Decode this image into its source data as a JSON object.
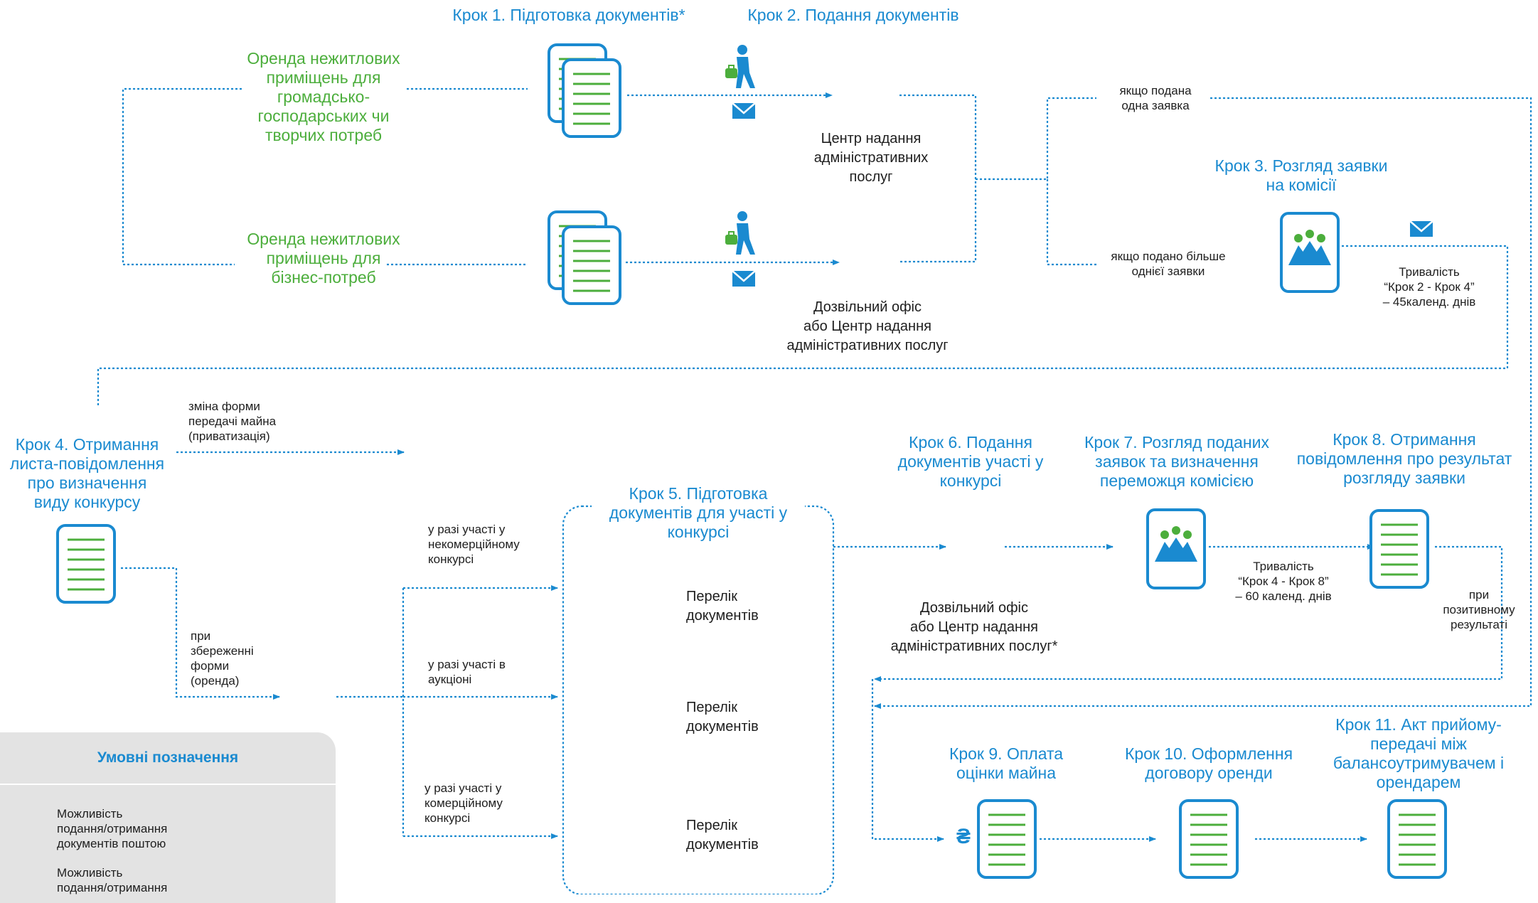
{
  "header": {
    "step1": "Крок 1.  Підготовка документів*",
    "step2": "Крок 2. Подання документів"
  },
  "rental": {
    "public": "Оренда нежитлових\nприміщень для\nгромадсько-\nгосподарських чи\nтворчих потреб",
    "business": "Оренда нежитлових\nприміщень для\nбізнес-потреб"
  },
  "offices": {
    "center": "Центр надання\nадміністративних\nпослуг",
    "free_or_center": "Дозвільний офіс\nабо Центр надання\nадміністративних послуг",
    "free_or_center_star": "Дозвільний офіс\nабо Центр надання\nадміністративних послуг*"
  },
  "step3": {
    "title": "Крок 3. Розгляд заявки\nна комісії",
    "if_one": "якщо подана\nодна заявка",
    "if_many": "якщо подано більше\nоднієї заявки",
    "duration": "Тривалість\n“Крок 2 - Крок 4”\n– 45календ. днів"
  },
  "step4": {
    "title": "Крок 4. Отримання\nлиста-повідомлення\nпро визначення\nвиду конкурсу",
    "change_form": "зміна форми\nпередачі майна\n(приватизація)",
    "keep_form": "при\nзбереженні\nформи\n(оренда)"
  },
  "step5": {
    "title": "Крок 5.  Підготовка\nдокументів для участі у\nконкурсі",
    "case_noncommercial": "у разі участі у\nнекомерційному\nконкурсі",
    "case_auction": "у разі участі в\nаукціоні",
    "case_commercial": "у разі участі у\nкомерційному\nконкурсі",
    "list1": "Перелік\nдокументів",
    "list2": "Перелік\nдокументів",
    "list3": "Перелік\nдокументів"
  },
  "step6": {
    "title": "Крок 6. Подання\nдокументів участі у\nконкурсі"
  },
  "step7": {
    "title": "Крок 7. Розгляд поданих\nзаявок та визначення\nпереможця комісією",
    "duration": "Тривалість\n“Крок 4 - Крок 8”\n– 60 календ. днів"
  },
  "step8": {
    "title": "Крок 8. Отримання\nповідомлення про результат\nрозгляду заявки",
    "positive": "при\nпозитивному\nрезультаті"
  },
  "step9": {
    "title": "Крок 9. Оплата\nоцінки майна",
    "currency": "₴"
  },
  "step10": {
    "title": "Крок 10. Оформлення\nдоговору оренди"
  },
  "step11": {
    "title": "Крок 11. Акт прийому-\nпередачі між\nбалансоутримувачем і\nорендарем"
  },
  "legend": {
    "title": "Умовні позначення",
    "mail": "Можливість\nподання/отримання\nдокументів поштою",
    "person": "Можливість\nподання/отримання"
  },
  "colors": {
    "blue": "#1a8ad0",
    "green": "#4cae3c",
    "legend_bg": "#e3e3e3"
  },
  "icons": [
    "documents-icon",
    "walking-person-icon",
    "mail-icon",
    "committee-icon",
    "document-icon",
    "hryvnia-icon"
  ]
}
